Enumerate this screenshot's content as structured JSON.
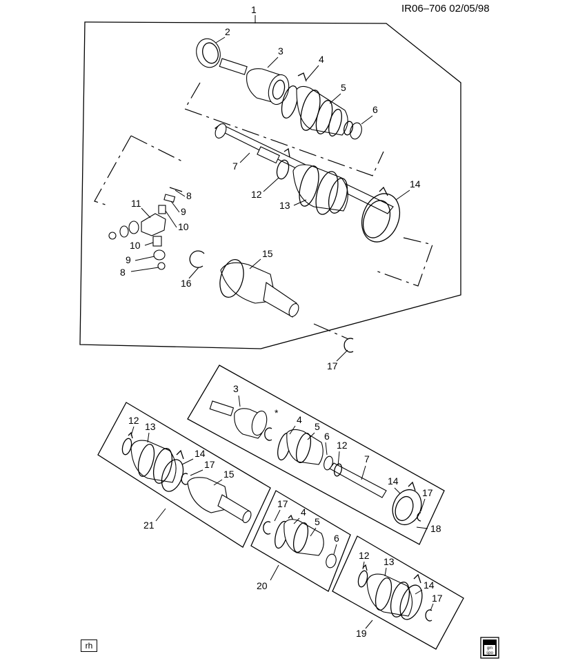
{
  "header": {
    "code": "IR06–706  02/05/98"
  },
  "callouts": {
    "c1": "1",
    "c2": "2",
    "c3": "3",
    "c4": "4",
    "c5": "5",
    "c6": "6",
    "c7": "7",
    "c8": "8",
    "c9": "9",
    "c10": "10",
    "c11": "11",
    "c12": "12",
    "c13": "13",
    "c14": "14",
    "c15": "15",
    "c16": "16",
    "c17": "17",
    "c18": "18",
    "c19": "19",
    "c20": "20",
    "c21": "21",
    "star": "*"
  },
  "footer": {
    "rh": "rh",
    "logo_top": "gm",
    "logo_bottom": "spo"
  }
}
